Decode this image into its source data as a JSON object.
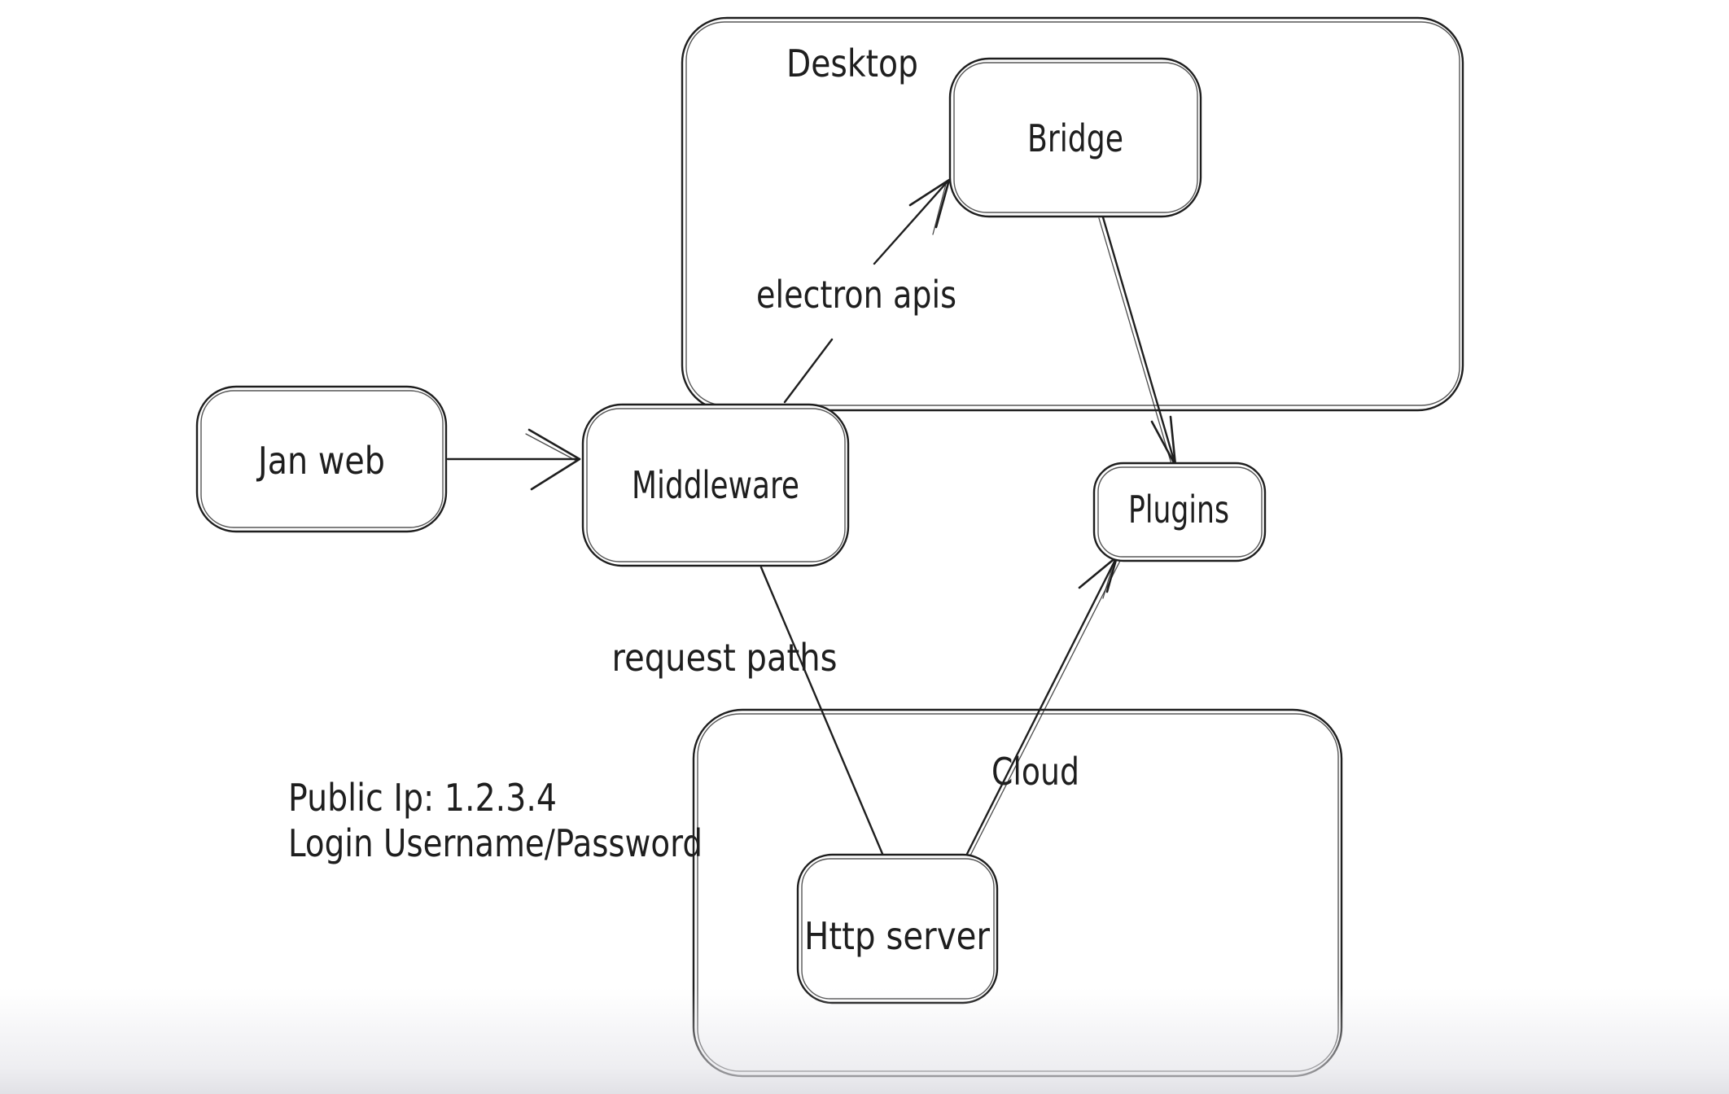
{
  "canvas": {
    "background": "#ffffff",
    "stroke_color": "#1e1e1e"
  },
  "containers": [
    {
      "id": "desktop",
      "label": "Desktop"
    },
    {
      "id": "cloud",
      "label": "Cloud"
    }
  ],
  "nodes": [
    {
      "id": "jan-web",
      "label": "Jan web"
    },
    {
      "id": "middleware",
      "label": "Middleware"
    },
    {
      "id": "bridge",
      "label": "Bridge",
      "parent": "desktop"
    },
    {
      "id": "plugins",
      "label": "Plugins"
    },
    {
      "id": "http-server",
      "label": "Http server",
      "parent": "cloud"
    }
  ],
  "edges": [
    {
      "from": "Jan web",
      "to": "Middleware",
      "label": ""
    },
    {
      "from": "Middleware",
      "to": "Bridge",
      "label": "electron apis"
    },
    {
      "from": "Bridge",
      "to": "Plugins",
      "label": ""
    },
    {
      "from": "Middleware",
      "to": "Http server",
      "label": "request paths"
    },
    {
      "from": "Http server",
      "to": "Plugins",
      "label": ""
    }
  ],
  "annotations": [
    {
      "text": "Public Ip: 1.2.3.4"
    },
    {
      "text": "Login Username/Password"
    }
  ]
}
